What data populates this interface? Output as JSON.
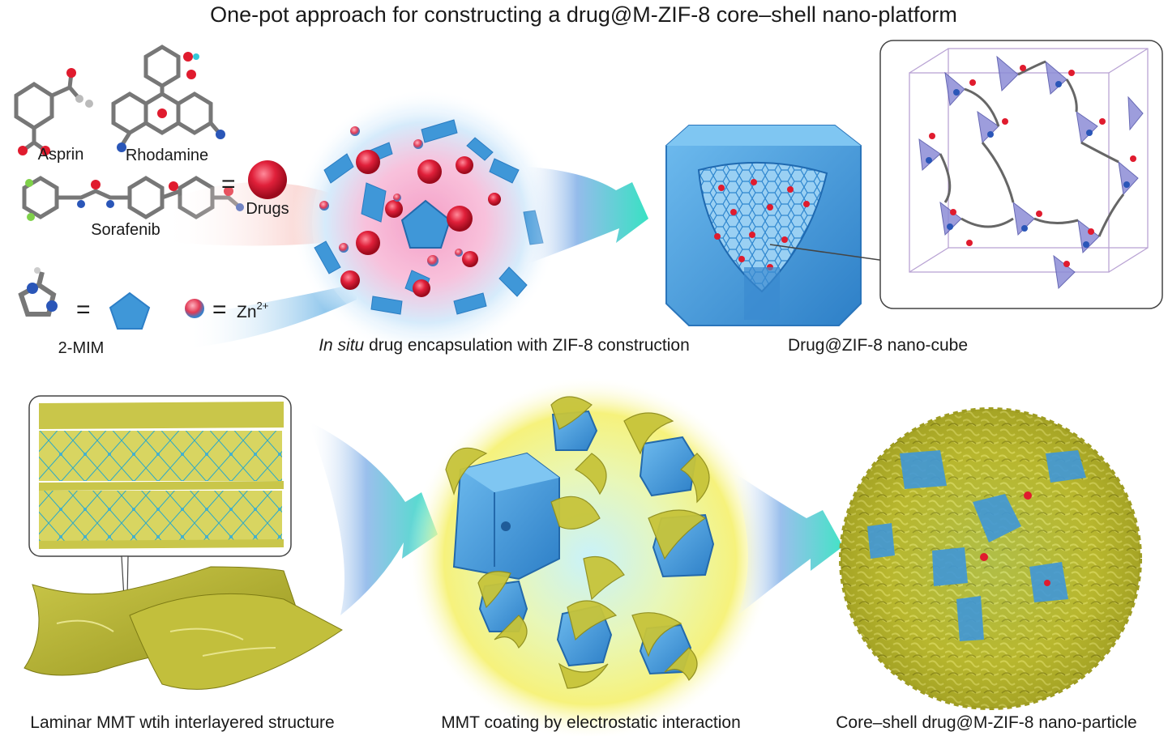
{
  "title": "One-pot approach for constructing a drug@M-ZIF-8 core–shell nano-platform",
  "molecules": {
    "aspirin": "Asprin",
    "rhodamine": "Rhodamine",
    "sorafenib": "Sorafenib",
    "drugs": "Drugs",
    "mim": "2-MIM",
    "zn_base": "Zn",
    "zn_sup": "2+",
    "equals": "="
  },
  "captions": {
    "insitu_italic": "In situ",
    "insitu_rest": " drug encapsulation with ZIF-8 construction",
    "nanocube": "Drug@ZIF-8 nano-cube",
    "laminar": "Laminar MMT wtih interlayered structure",
    "coating": "MMT coating by electrostatic interaction",
    "coreshell": "Core–shell drug@M-ZIF-8 nano-particle"
  },
  "colors": {
    "zif_blue": "#3f97d8",
    "drug_red": "#d8152c",
    "mmt_yellow": "#b5b52c",
    "arrow_cyan": "#2fd6c4",
    "glow_pink": "#f7a9c9",
    "glow_yellow": "#f5f27a"
  }
}
